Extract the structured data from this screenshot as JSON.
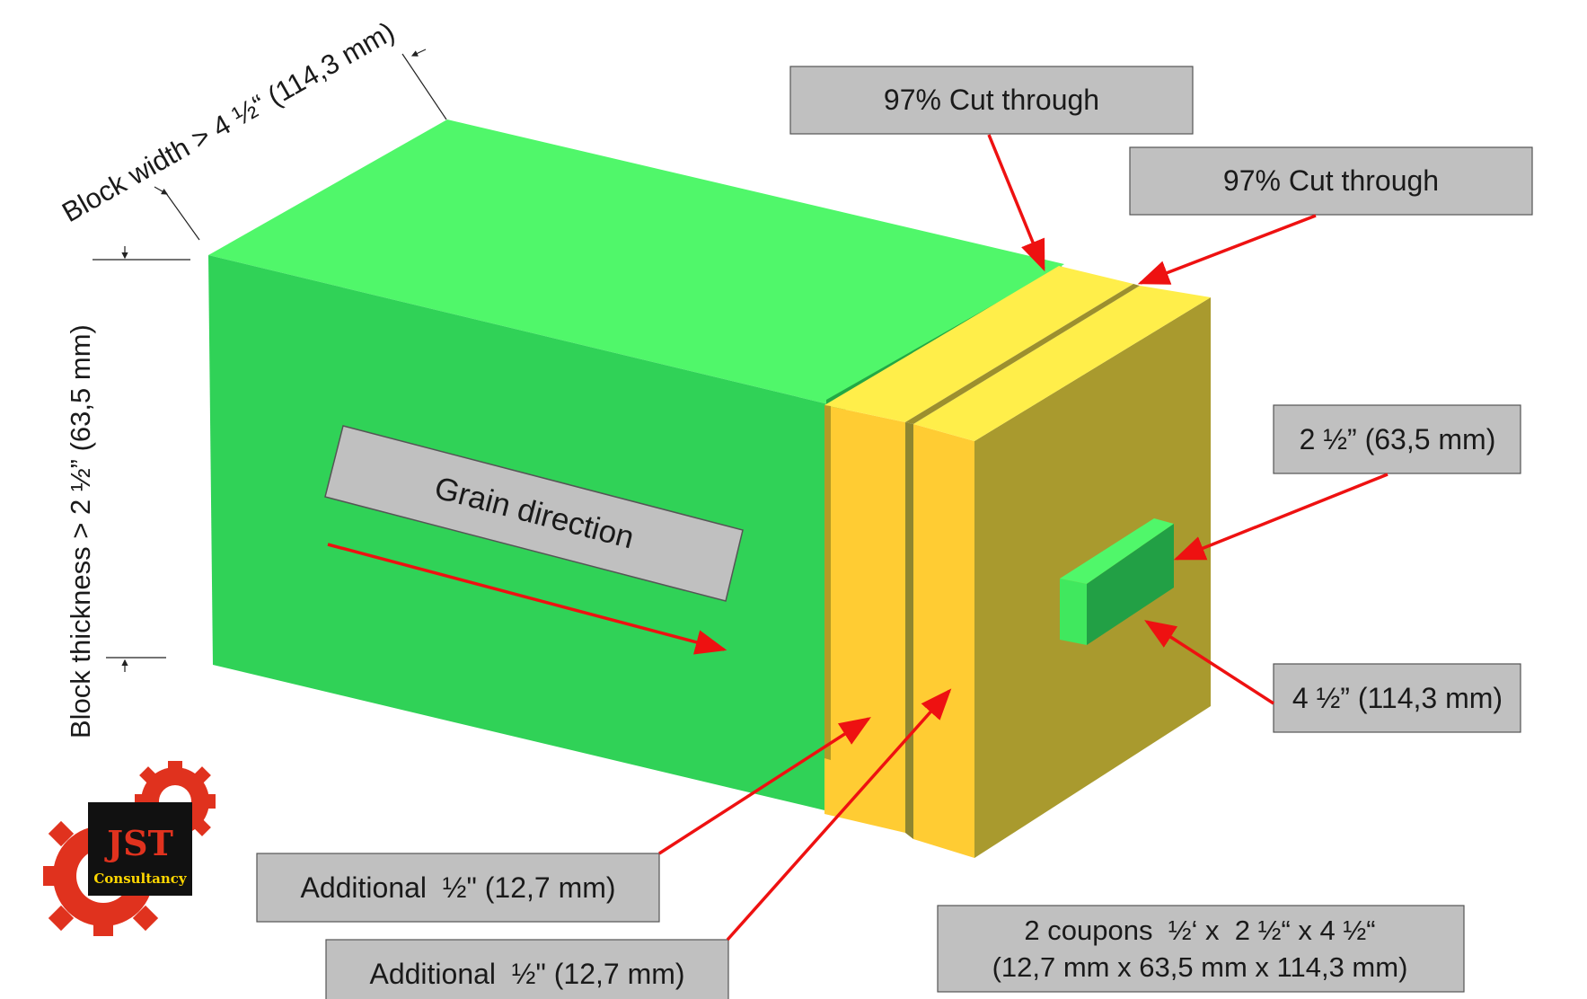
{
  "dimensions": {
    "block_width": "Block width > 4 ½“ (114,3 mm)",
    "block_thickness": "Block thickness > 2 ½” (63,5 mm)"
  },
  "callouts": {
    "grain_direction": "Grain direction",
    "cut_through_1": "97% Cut through",
    "cut_through_2": "97% Cut through",
    "coupon_height": "2 ½” (63,5 mm)",
    "coupon_width": "4 ½” (114,3 mm)",
    "additional_1": "Additional  ½\" (12,7 mm)",
    "additional_2": "Additional  ½\" (12,7 mm)",
    "coupons_line1": "2 coupons  ½‘ x  2 ½“ x 4 ½“",
    "coupons_line2": "(12,7 mm x 63,5 mm x 114,3 mm)"
  },
  "logo": {
    "line1": "JST",
    "line2": "Consultancy"
  },
  "colors": {
    "block_top": "#50F76A",
    "block_front": "#30D257",
    "block_dark": "#22A845",
    "coupon_top": "#FFEE4A",
    "coupon_front": "#FFCC33",
    "coupon_end": "#A99A2E",
    "label_fill": "#C0C0C0",
    "arrow": "#EE1111",
    "gear": "#E0321E"
  }
}
